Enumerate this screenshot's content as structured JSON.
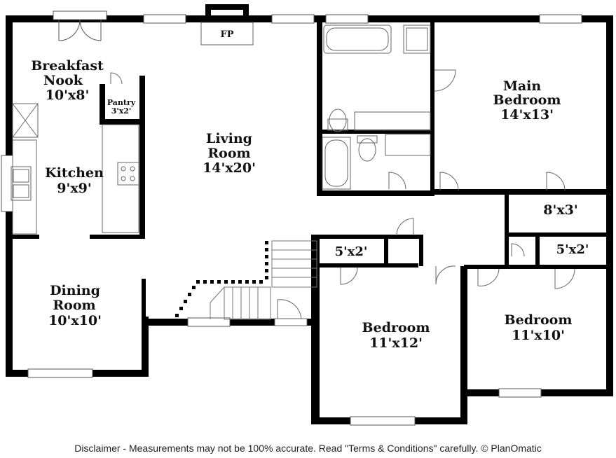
{
  "rooms": {
    "breakfast_nook": {
      "name_1": "Breakfast",
      "name_2": "Nook",
      "size": "10'x8'"
    },
    "pantry": {
      "name": "Pantry",
      "size": "3'x2'"
    },
    "kitchen": {
      "name": "Kitchen",
      "size": "9'x9'"
    },
    "fireplace": {
      "name": "FP"
    },
    "living_room": {
      "name_1": "Living",
      "name_2": "Room",
      "size": "14'x20'"
    },
    "main_bedroom": {
      "name_1": "Main",
      "name_2": "Bedroom",
      "size": "14'x13'"
    },
    "closet_hall": {
      "size": "8'x3'"
    },
    "closet_left": {
      "size": "5'x2'"
    },
    "closet_right": {
      "size": "5'x2'"
    },
    "dining_room": {
      "name_1": "Dining",
      "name_2": "Room",
      "size": "10'x10'"
    },
    "bedroom_center": {
      "name": "Bedroom",
      "size": "11'x12'"
    },
    "bedroom_right": {
      "name": "Bedroom",
      "size": "11'x10'"
    }
  },
  "disclaimer": "Disclaimer - Measurements may not be 100% accurate. Read \"Terms & Conditions\" carefully. © PlanOmatic"
}
